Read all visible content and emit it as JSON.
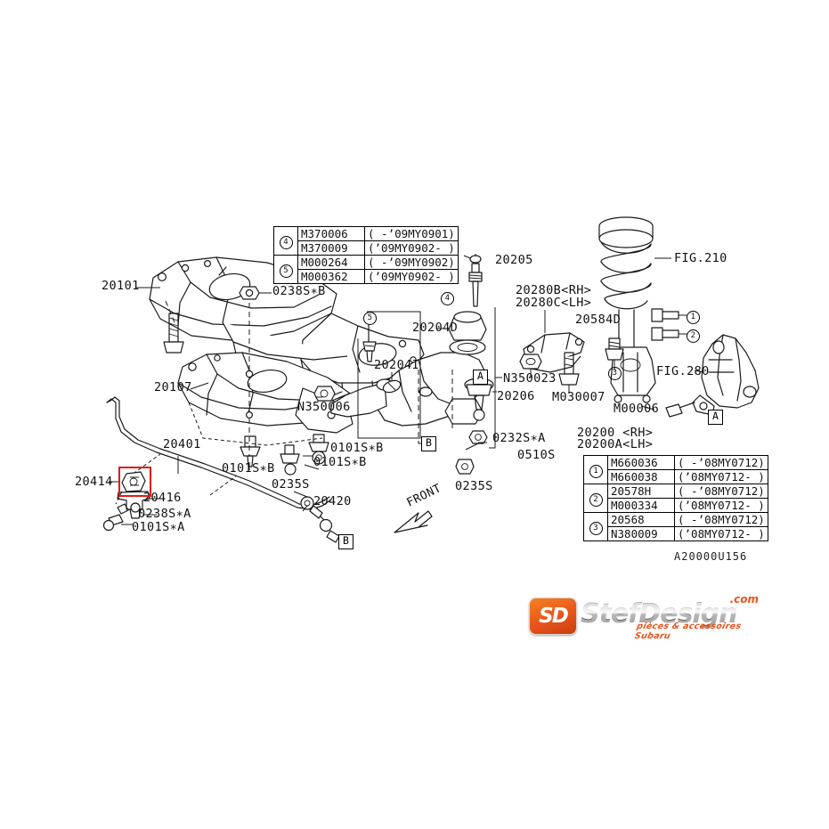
{
  "diagram": {
    "number": "A20000U156",
    "front_arrow_label": "FRONT",
    "callout_a": "A",
    "callout_b": "B"
  },
  "part_labels": [
    {
      "id": "20101",
      "text": "20101"
    },
    {
      "id": "0238SB_top",
      "text": "0238S∗B"
    },
    {
      "id": "20107",
      "text": "20107"
    },
    {
      "id": "N350006",
      "text": "N350006"
    },
    {
      "id": "20401",
      "text": "20401"
    },
    {
      "id": "0101SB_left",
      "text": "0101S∗B"
    },
    {
      "id": "0101SB_mid",
      "text": "0101S∗B"
    },
    {
      "id": "0101SB_right",
      "text": "0101S∗B"
    },
    {
      "id": "20414",
      "text": "20414"
    },
    {
      "id": "20416",
      "text": "20416"
    },
    {
      "id": "0238SA",
      "text": "0238S∗A"
    },
    {
      "id": "0101SA",
      "text": "0101S∗A"
    },
    {
      "id": "0235S_left",
      "text": "0235S"
    },
    {
      "id": "20420",
      "text": "20420"
    },
    {
      "id": "20204D",
      "text": "20204D"
    },
    {
      "id": "20204I",
      "text": "20204I"
    },
    {
      "id": "20206",
      "text": "20206"
    },
    {
      "id": "N350023",
      "text": "N350023"
    },
    {
      "id": "M030007",
      "text": "M030007"
    },
    {
      "id": "0232SA",
      "text": "0232S∗A"
    },
    {
      "id": "0510S",
      "text": "0510S"
    },
    {
      "id": "0235S_mid",
      "text": "0235S"
    },
    {
      "id": "20205",
      "text": "20205"
    },
    {
      "id": "20280B",
      "text": "20280B<RH>"
    },
    {
      "id": "20280C",
      "text": "20280C<LH>"
    },
    {
      "id": "20584D",
      "text": "20584D"
    },
    {
      "id": "FIG210",
      "text": "FIG.210"
    },
    {
      "id": "FIG280",
      "text": "FIG.280"
    },
    {
      "id": "M00006",
      "text": "M00006"
    },
    {
      "id": "20200RH",
      "text": "20200 <RH>"
    },
    {
      "id": "20200ALH",
      "text": "20200A<LH>"
    }
  ],
  "table_top": {
    "rows": [
      {
        "index": "4",
        "code": "M370006",
        "range": "( -’09MY0901)"
      },
      {
        "index": "",
        "code": "M370009",
        "range": "(’09MY0902- )"
      },
      {
        "index": "5",
        "code": "M000264",
        "range": "( -’09MY0902)"
      },
      {
        "index": "",
        "code": "M000362",
        "range": "(’09MY0902- )"
      }
    ]
  },
  "table_bottom": {
    "rows": [
      {
        "index": "1",
        "code": "M660036",
        "range": "( -’08MY0712)"
      },
      {
        "index": "",
        "code": "M660038",
        "range": "(’08MY0712- )"
      },
      {
        "index": "2",
        "code": "20578H",
        "range": "( -’08MY0712)"
      },
      {
        "index": "",
        "code": "M000334",
        "range": "(’08MY0712- )"
      },
      {
        "index": "3",
        "code": "20568",
        "range": "( -’08MY0712)"
      },
      {
        "index": "",
        "code": "N380009",
        "range": "(’08MY0712- )"
      }
    ]
  },
  "balloons": [
    {
      "id": "b4",
      "text": "4"
    },
    {
      "id": "b5",
      "text": "5"
    },
    {
      "id": "b1",
      "text": "1"
    },
    {
      "id": "b2",
      "text": "2"
    },
    {
      "id": "b3",
      "text": "3"
    }
  ],
  "logo": {
    "mark": "SD",
    "name": "StefDesign",
    "domain": ".com",
    "tagline": "pièces & accessoires Subaru",
    "accent": "#e8541c"
  },
  "colors": {
    "line": "#1a1a1a",
    "highlight": "#e01b1b",
    "background": "#ffffff"
  }
}
